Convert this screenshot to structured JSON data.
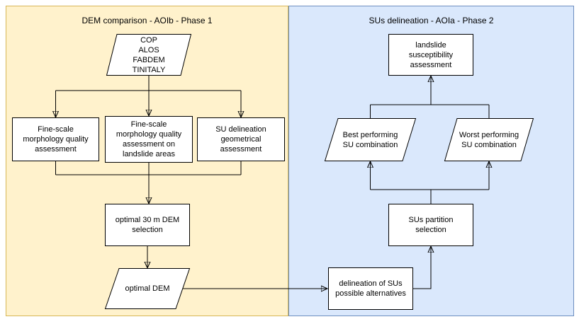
{
  "panels": {
    "phase1": {
      "title": "DEM comparison - AOIb - Phase 1",
      "fill": "#FFF2CC",
      "border": "#D6B656"
    },
    "phase2": {
      "title": "SUs delineation - AOIa - Phase 2",
      "fill": "#DAE8FC",
      "border": "#6C8EBF"
    }
  },
  "nodes": {
    "dem_sources": {
      "shape": "parallelogram",
      "panel": "phase1",
      "label": "COP\nALOS\nFABDEM\nTINITALY"
    },
    "fine_scale_quality": {
      "shape": "rectangle",
      "panel": "phase1",
      "label": "Fine-scale\nmorphology quality\nassessment"
    },
    "fine_scale_landslide": {
      "shape": "rectangle",
      "panel": "phase1",
      "label": "Fine-scale\nmorphology quality\nassessment on\nlandslide areas"
    },
    "su_geometrical": {
      "shape": "rectangle",
      "panel": "phase1",
      "label": "SU delineation\ngeometrical\nassessment"
    },
    "optimal_30m": {
      "shape": "rectangle",
      "panel": "phase1",
      "label": "optimal 30 m DEM\nselection"
    },
    "optimal_dem": {
      "shape": "parallelogram",
      "panel": "phase1",
      "label": "optimal DEM"
    },
    "landslide_susceptibility": {
      "shape": "rectangle",
      "panel": "phase2",
      "label": "landslide\nsusceptibility\nassessment"
    },
    "best_su": {
      "shape": "parallelogram",
      "panel": "phase2",
      "label": "Best performing\nSU combination"
    },
    "worst_su": {
      "shape": "parallelogram",
      "panel": "phase2",
      "label": "Worst performing\nSU combination"
    },
    "sus_partition": {
      "shape": "rectangle",
      "panel": "phase2",
      "label": "SUs partition\nselection"
    },
    "delineation_sus": {
      "shape": "rectangle",
      "panel": "phase2",
      "label": "delineation of SUs\npossible alternatives"
    }
  },
  "edges": [
    {
      "from": "dem_sources",
      "to": "fine_scale_quality"
    },
    {
      "from": "dem_sources",
      "to": "fine_scale_landslide"
    },
    {
      "from": "dem_sources",
      "to": "su_geometrical"
    },
    {
      "from": "fine_scale_quality",
      "to": "optimal_30m"
    },
    {
      "from": "fine_scale_landslide",
      "to": "optimal_30m"
    },
    {
      "from": "su_geometrical",
      "to": "optimal_30m"
    },
    {
      "from": "optimal_30m",
      "to": "optimal_dem"
    },
    {
      "from": "optimal_dem",
      "to": "delineation_sus"
    },
    {
      "from": "delineation_sus",
      "to": "sus_partition"
    },
    {
      "from": "sus_partition",
      "to": "best_su"
    },
    {
      "from": "sus_partition",
      "to": "worst_su"
    },
    {
      "from": "best_su",
      "to": "landslide_susceptibility"
    },
    {
      "from": "worst_su",
      "to": "landslide_susceptibility"
    }
  ]
}
